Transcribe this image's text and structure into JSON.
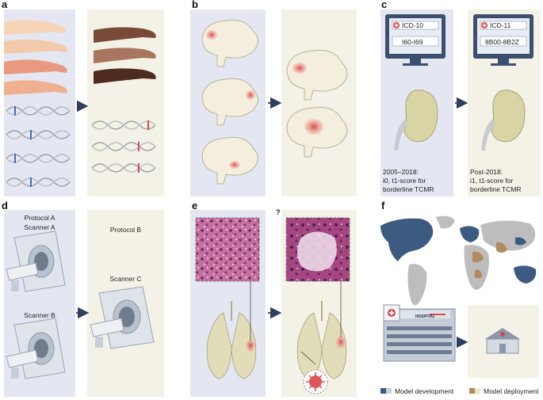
{
  "panels": {
    "a": {
      "label": "a"
    },
    "b": {
      "label": "b"
    },
    "c": {
      "label": "c",
      "left_screen": {
        "code": "ICD-10",
        "range": "I60-I69"
      },
      "right_screen": {
        "code": "ICD-11",
        "range": "8B00-8B2Z"
      },
      "left_caption": [
        "2005–2018:",
        "i0, t1-score for",
        "borderline TCMR"
      ],
      "right_caption": [
        "Post-2018:",
        "i1, t1-score for",
        "borderline TCMR"
      ]
    },
    "d": {
      "label": "d",
      "protocol_a": "Protocol A",
      "scanner_a": "Scanner A",
      "scanner_b": "Scanner B",
      "protocol_b": "Protocol B",
      "scanner_c": "Scanner C"
    },
    "e": {
      "label": "e",
      "question_mark": "?"
    },
    "f": {
      "label": "f",
      "hospital_sign": "HOSPITAL",
      "legend": {
        "development": "Model development",
        "deployment": "Model deployment"
      }
    }
  },
  "colors": {
    "panel_blue": "#e4e7f1",
    "panel_cream": "#f4f1e6",
    "arrow": "#2f3e5c",
    "development": "#3d5a80",
    "deployment": "#b08b5e",
    "lesion": "#e06060",
    "kidney": "#d9d4a3"
  }
}
